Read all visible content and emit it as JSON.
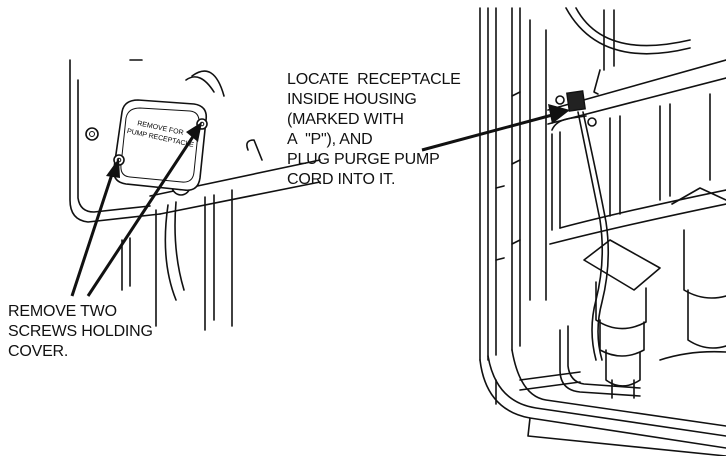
{
  "callouts": {
    "left": [
      "REMOVE TWO",
      "SCREWS HOLDING",
      "COVER."
    ],
    "right": [
      "LOCATE  RECEPTACLE",
      "INSIDE HOUSING",
      "(MARKED WITH",
      "A  \"P\"), AND",
      "PLUG PURGE PUMP",
      "CORD INTO IT."
    ]
  },
  "cover_label": [
    "REMOVE FOR",
    "PUMP RECEPTACLE"
  ],
  "colors": {
    "ink": "#111111",
    "paper": "#ffffff",
    "receptacle": "#222222"
  }
}
